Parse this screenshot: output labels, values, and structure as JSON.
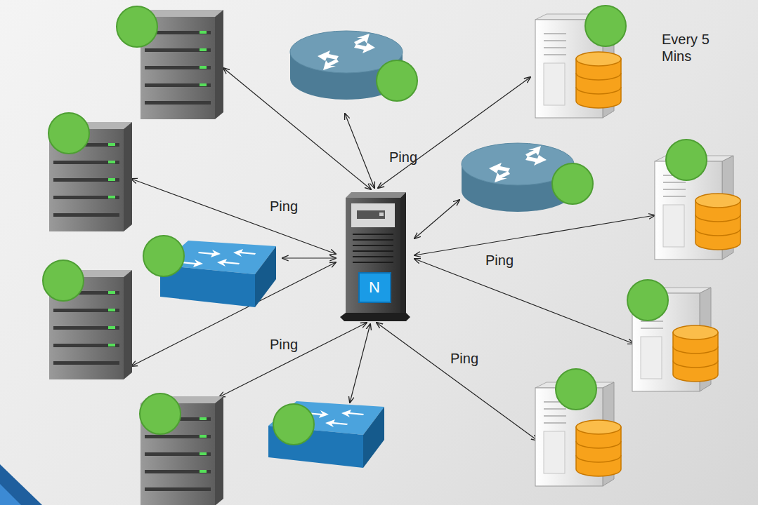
{
  "diagram": {
    "nodes": [
      {
        "text": [
          "N"
        ]
      }
    ],
    "labels": [
      "Ping",
      "Ping",
      "Ping",
      "Ping",
      "Ping",
      "Every 5 Mins"
    ]
  }
}
